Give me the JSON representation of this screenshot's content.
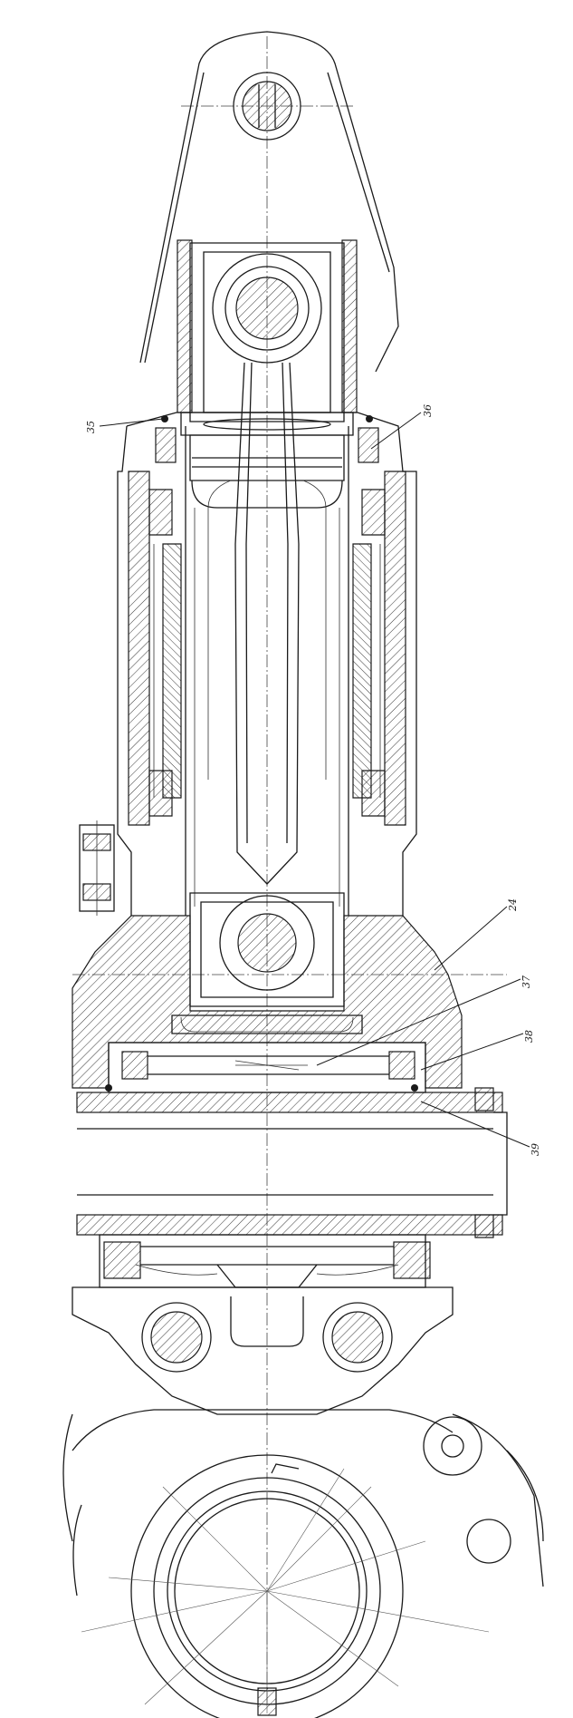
{
  "callouts": [
    {
      "id": "35",
      "label": "35"
    },
    {
      "id": "36",
      "label": "36"
    },
    {
      "id": "24",
      "label": "24"
    },
    {
      "id": "37",
      "label": "37"
    },
    {
      "id": "38",
      "label": "38"
    },
    {
      "id": "39",
      "label": "39"
    }
  ],
  "colors": {
    "ink": "#1a1a1a",
    "paper": "#ffffff"
  }
}
